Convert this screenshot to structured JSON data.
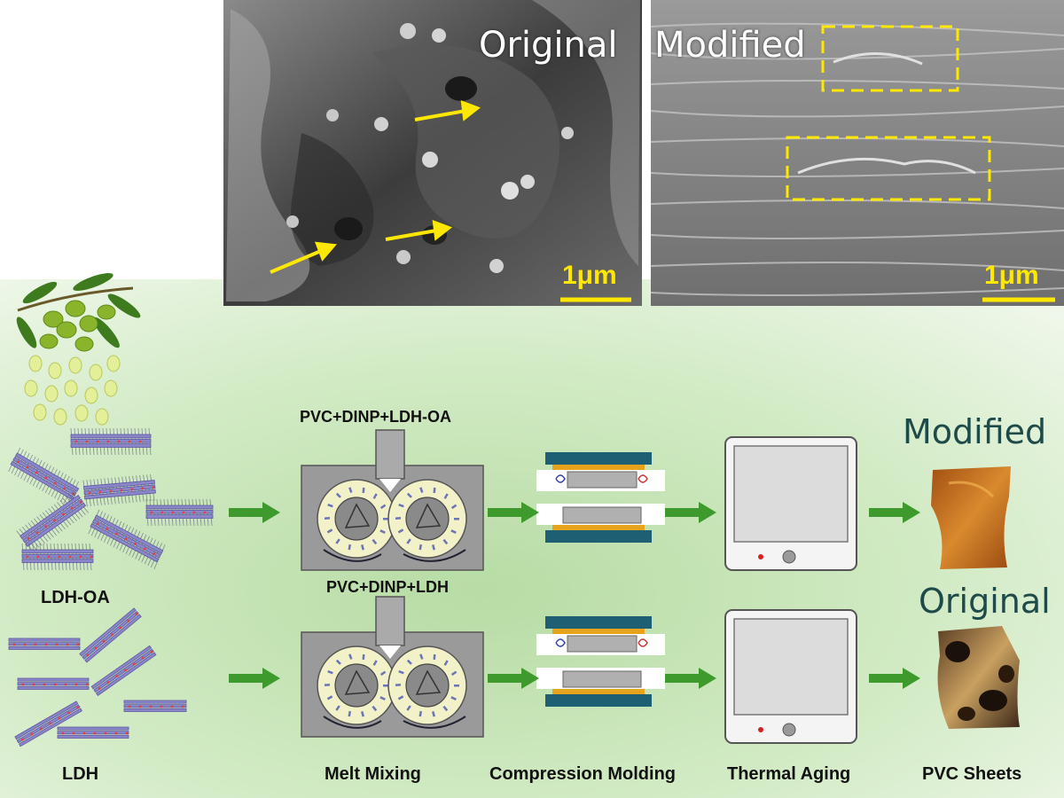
{
  "sem": {
    "left_title": "Original",
    "right_title": "Modified",
    "left_scale": "1μm",
    "right_scale": "1μm"
  },
  "process": {
    "top_feed_label": "PVC+DINP+LDH-OA",
    "bottom_feed_label": "PVC+DINP+LDH",
    "result_top_label": "Modified",
    "result_bottom_label": "Original"
  },
  "materials": {
    "top_label": "LDH-OA",
    "bottom_label": "LDH"
  },
  "steps": [
    {
      "label": "LDH"
    },
    {
      "label": "Melt Mixing"
    },
    {
      "label": "Compression Molding"
    },
    {
      "label": "Thermal Aging"
    },
    {
      "label": "PVC Sheets"
    }
  ],
  "colors": {
    "panel_green": "#cfe8c2",
    "arrow_green": "#3f9a2e",
    "scale_yellow": "#ffe800",
    "mold_teal": "#1e5f73",
    "mold_gold": "#e8a31c",
    "title_teal": "#1f4a4a"
  }
}
